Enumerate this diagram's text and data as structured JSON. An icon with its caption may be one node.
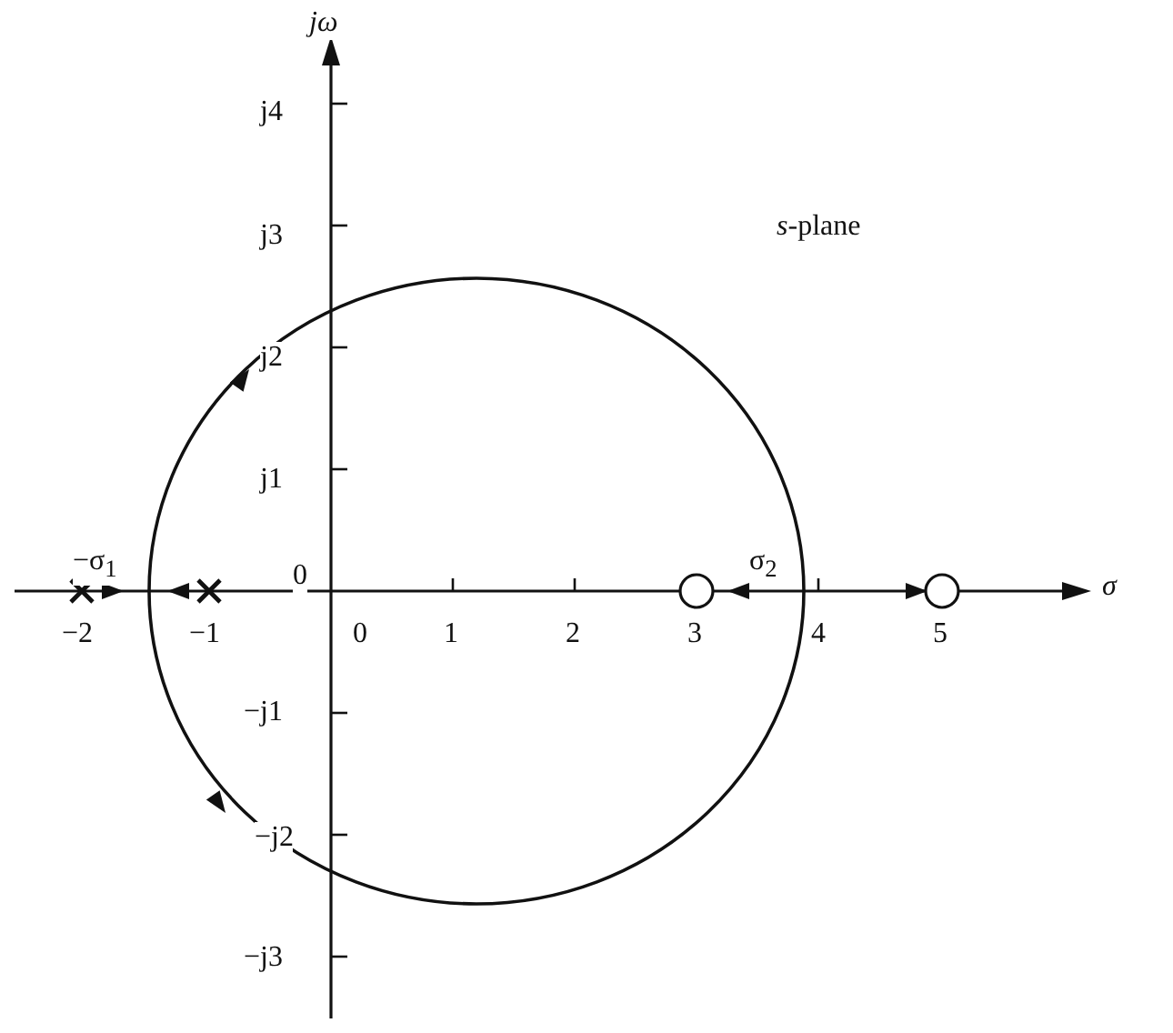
{
  "diagram": {
    "labels": [
      "jω",
      "j4",
      "j3",
      "*s*-plane",
      "j2",
      "j1",
      "−σ$_{1}$",
      "0",
      "σ$_{2}$",
      "σ",
      "−2",
      "−1",
      "0",
      "1",
      "2",
      "3",
      "4",
      "5",
      "−j1",
      "−j2",
      "−j3"
    ]
  }
}
